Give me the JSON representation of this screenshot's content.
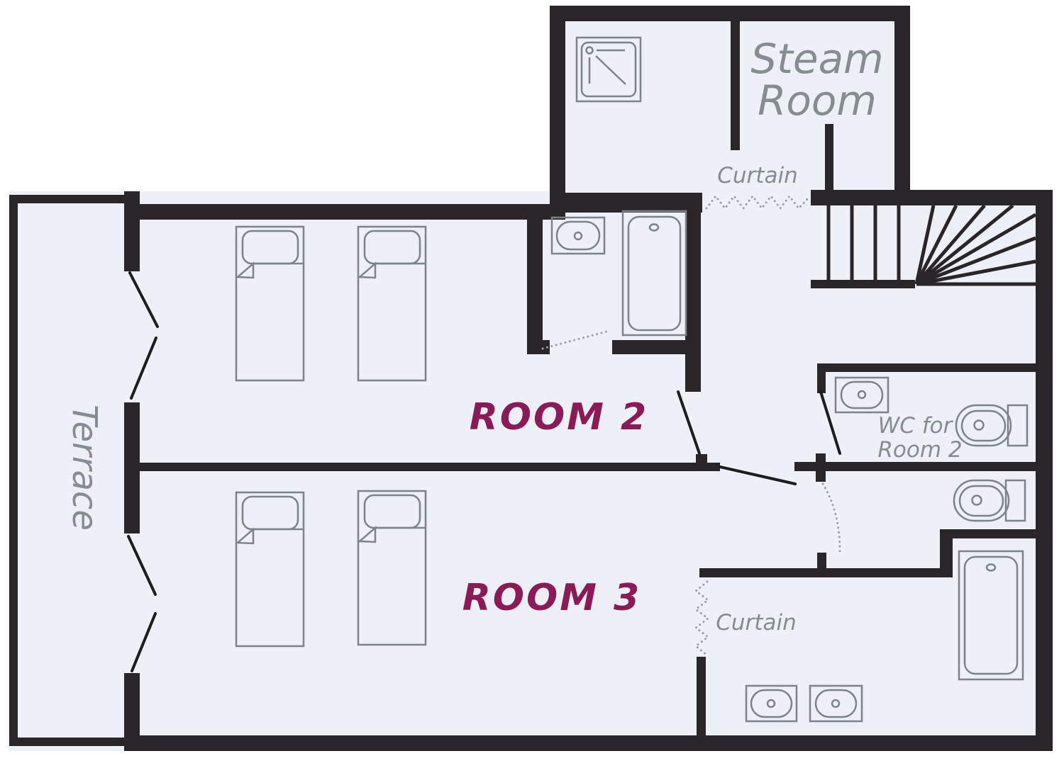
{
  "title": "Chalet floor plan",
  "colors": {
    "wall": "#2a2528",
    "room_fill": "#edf0f6",
    "outside": "#ffffff",
    "fixture_stroke": "#7e838a",
    "label_gray": "#878c91",
    "room_label_magenta": "#8b1b57",
    "door_line": "#1d1c1f",
    "dotted_gray": "#9aa0a6"
  },
  "labels": {
    "steam_room_line1": "Steam",
    "steam_room_line2": "Room",
    "curtain_top": "Curtain",
    "curtain_bottom": "Curtain",
    "room2": "ROOM 2",
    "room3": "ROOM 3",
    "wc_line1": "WC for",
    "wc_line2": "Room 2",
    "terrace": "Terrace"
  },
  "rooms": [
    {
      "name": "Steam Room"
    },
    {
      "name": "Room 2",
      "beds": 2
    },
    {
      "name": "Room 3",
      "beds": 2
    },
    {
      "name": "WC for Room 2"
    },
    {
      "name": "Terrace"
    }
  ],
  "fixtures": {
    "bed_count": 4,
    "sink_count": 4,
    "bathtub_count": 2,
    "toilet_count": 2,
    "shower_tray_count": 1,
    "curtain_count": 2,
    "staircase": "quarter-turn winder staircase"
  }
}
